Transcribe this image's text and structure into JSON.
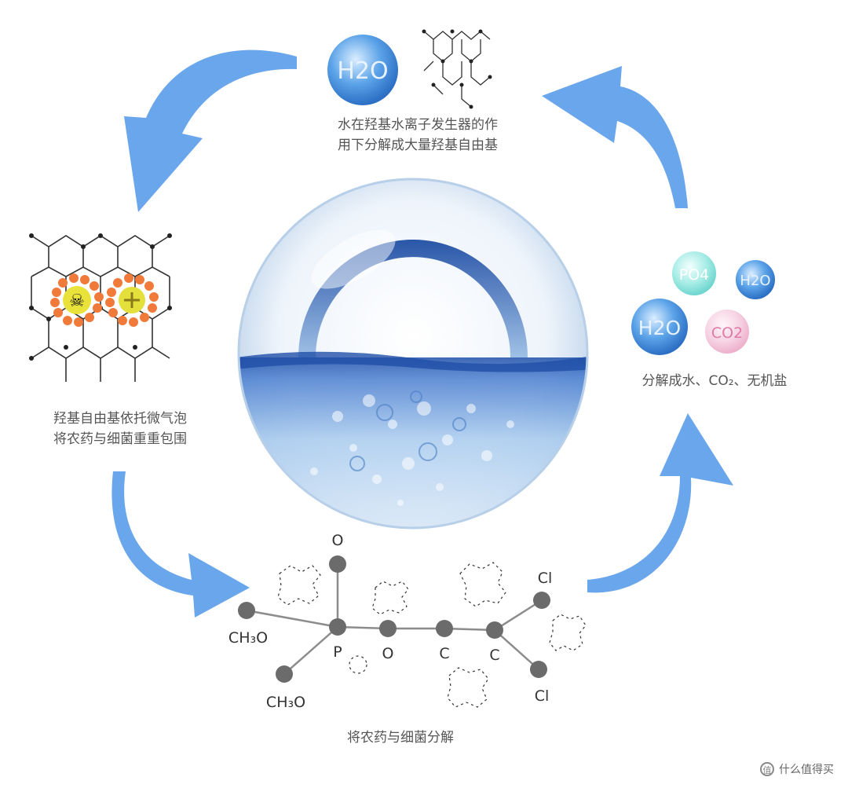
{
  "colors": {
    "arrow": "#6aa6ec",
    "atom": "#666666",
    "bubble_blue": "#3a86d8",
    "bubble_teal": "#8fe3dd",
    "bubble_pink": "#f3c2d8",
    "contaminant_orange": "#f07a3a"
  },
  "top": {
    "molecule": "H2O",
    "caption_line1": "水在羟基水离子发生器的作",
    "caption_line2": "用下分解成大量羟基自由基"
  },
  "left": {
    "caption_line1": "羟基自由基依托微气泡",
    "caption_line2": "将农药与细菌重重包围"
  },
  "right": {
    "bubbles": [
      "PO4",
      "H2O",
      "H2O",
      "CO2"
    ],
    "caption": "分解成水、CO₂、无机盐"
  },
  "bottom": {
    "atoms": {
      "o_top": "O",
      "ch3o_1": "CH₃O",
      "ch3o_2": "CH₃O",
      "p": "P",
      "o": "O",
      "c1": "C",
      "c2": "C",
      "cl1": "Cl",
      "cl2": "Cl"
    },
    "caption": "将农药与细菌分解"
  },
  "watermark": {
    "text": "什么值得买",
    "icon": "值"
  }
}
